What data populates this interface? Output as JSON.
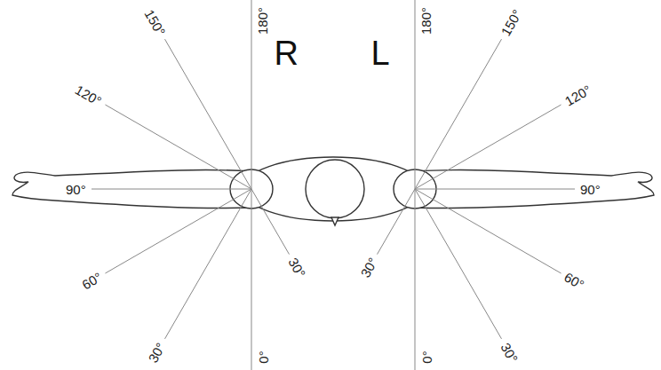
{
  "diagram": {
    "labels": [
      "180°",
      "150°",
      "120°",
      "90°",
      "60°",
      "30°",
      "0°",
      "30°",
      "R",
      "L",
      "180°",
      "150°",
      "120°",
      "90°",
      "60°",
      "30°",
      "0°",
      "30°"
    ]
  }
}
